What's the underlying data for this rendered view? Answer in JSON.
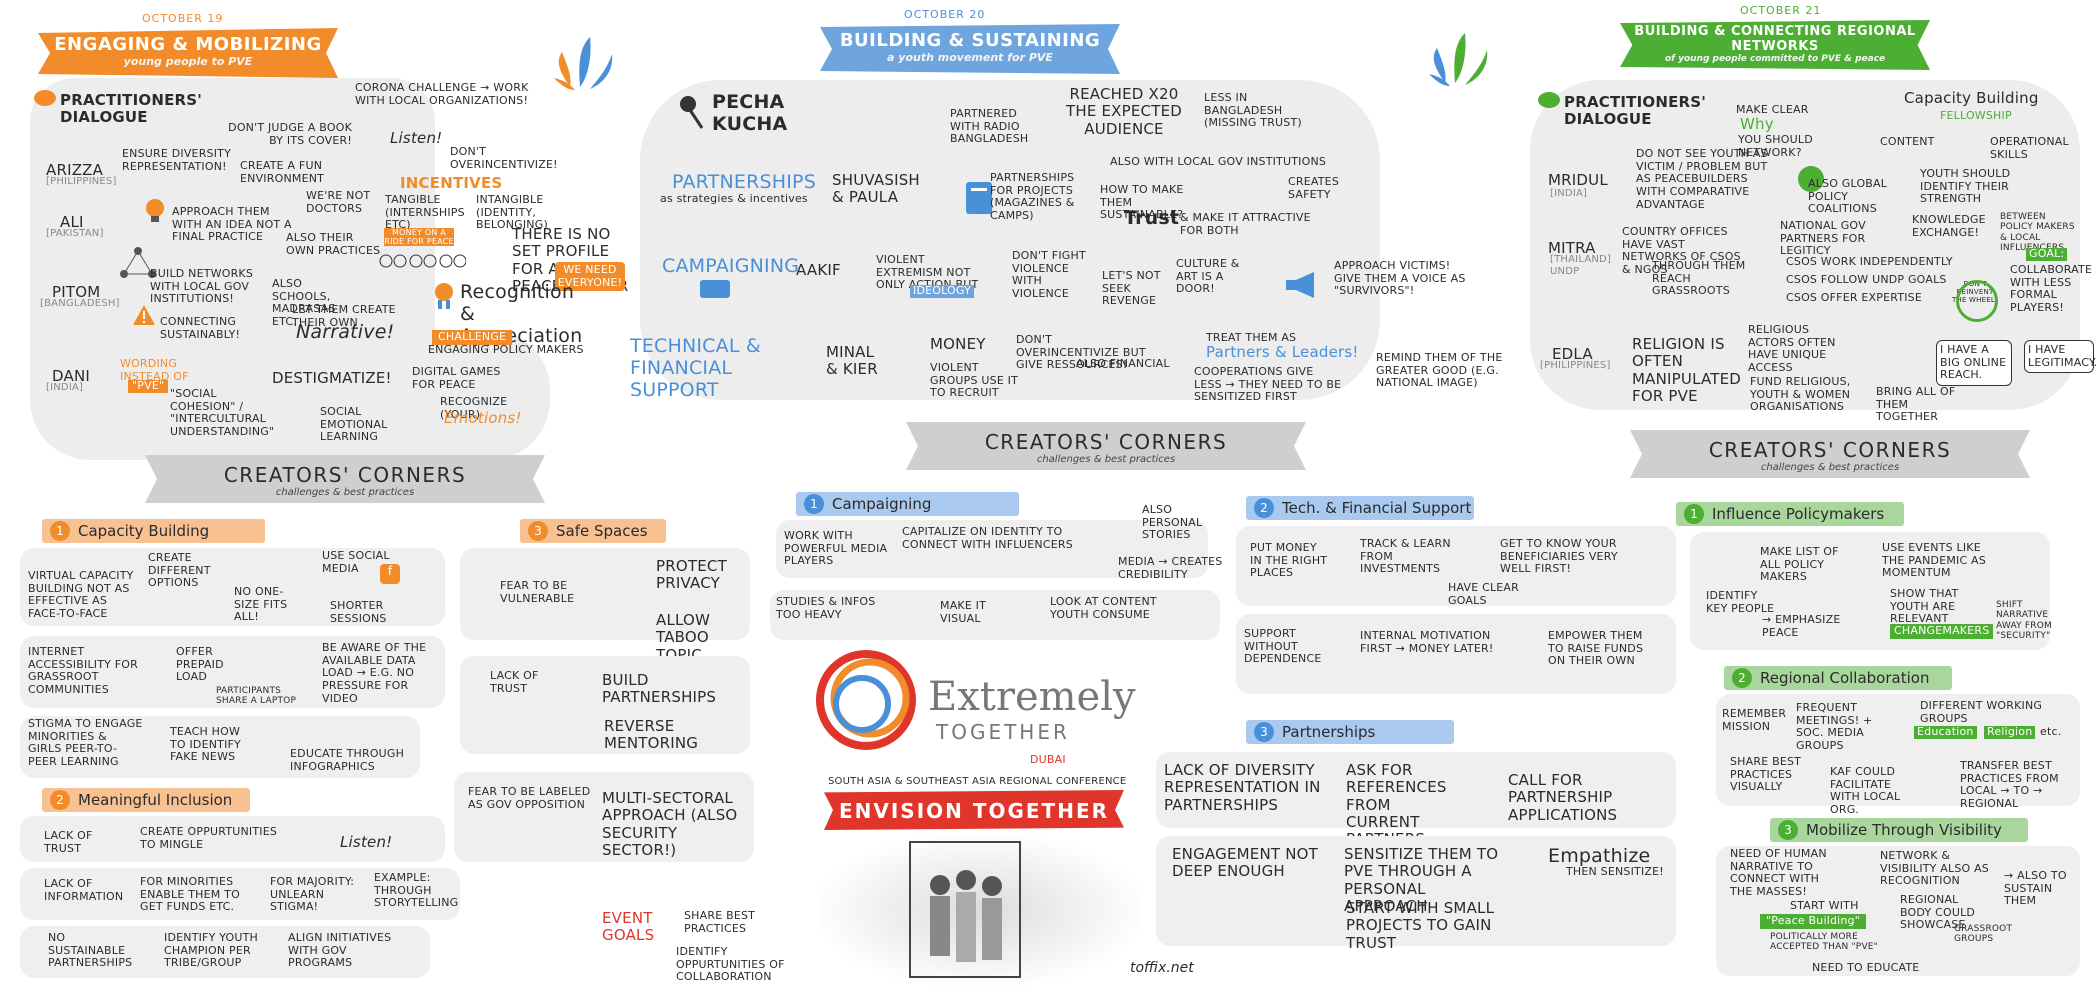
{
  "colors": {
    "orange": "#f28b2a",
    "blue": "#4a90d9",
    "green": "#4cae32",
    "grey": "#ededed",
    "red": "#e0352b"
  },
  "col1": {
    "date": "OCTOBER 19",
    "banner_title": "ENGAGING & MOBILIZING",
    "banner_sub": "young people to PVE",
    "practitioners": "PRACTITIONERS' DIALOGUE",
    "corona": "CORONA CHALLENGE → WORK WITH LOCAL ORGANIZATIONS!",
    "dont_judge": "DON'T JUDGE A BOOK BY ITS COVER!",
    "listen": "Listen!",
    "dont_overincentivize": "DON'T OVERINCENTIVIZE!",
    "arizza": "ARIZZA",
    "arizza_country": "[PHILIPPINES]",
    "ensure": "ENSURE DIVERSITY REPRESENTATION!",
    "fun_env": "CREATE A FUN ENVIRONMENT",
    "incentives": "INCENTIVES",
    "tangible": "TANGIBLE (INTERNSHIPS ETC)",
    "intangible": "INTANGIBLE (IDENTITY, BELONGING)",
    "ali": "ALI",
    "ali_country": "[PAKISTAN]",
    "approach": "APPROACH THEM WITH AN IDEA NOT A FINAL PRACTICE",
    "were_not": "WE'RE NOT DOCTORS",
    "own_practices": "ALSO THEIR OWN PRACTICES",
    "ride_sign": "MONEY ON A RIDE FOR PEACE",
    "no_profile": "THERE IS NO SET PROFILE FOR A PEACEBUILDER",
    "we_need": "WE NEED EVERYONE!",
    "pitom": "PITOM",
    "pitom_country": "[BANGLADESH]",
    "build_networks": "BUILD NETWORKS WITH LOCAL GOV INSTITUTIONS!",
    "also_schools": "ALSO SCHOOLS, MADRASAS ETC.",
    "let_them": "LET THEM CREATE THEIR OWN",
    "narrative": "Narrative!",
    "connecting": "CONNECTING SUSTAINABLY!",
    "recognition": "Recognition & Appreciation",
    "challenge": "CHALLENGE",
    "engaging_policy": "ENGAGING POLICY MAKERS",
    "dani": "DANI",
    "dani_country": "[INDIA]",
    "wording": "WORDING INSTEAD OF",
    "pve_word": "\"PVE\"",
    "social_cohesion": "\"SOCIAL COHESION\" / \"INTERCULTURAL UNDERSTANDING\"",
    "destigmatize": "DESTIGMATIZE!",
    "digital_games": "DIGITAL GAMES FOR PEACE",
    "sel": "SOCIAL EMOTIONAL LEARNING",
    "recognize": "RECOGNIZE (YOUR)",
    "emotions": "Emotions!"
  },
  "col2": {
    "date": "OCTOBER 20",
    "banner_title": "BUILDING & SUSTAINING",
    "banner_sub": "a youth movement for PVE",
    "pecha": "PECHA KUCHA",
    "partnerships_title": "PARTNERSHIPS",
    "partnerships_sub": "as strategies & incentives",
    "shuvasish": "SHUVASISH & PAULA",
    "partnered": "PARTNERED WITH RADIO BANGLADESH",
    "reached": "REACHED x20 THE EXPECTED AUDIENCE",
    "less_bangladesh": "LESS IN BANGLADESH (MISSING TRUST)",
    "projects": "PARTNERSHIPS FOR PROJECTS (MAGAZINES & CAMPS)",
    "local_gov": "ALSO WITH LOCAL GOV INSTITUTIONS",
    "how_sustainable": "HOW TO MAKE THEM SUSTAINABLE?",
    "creates_safety": "CREATES SAFETY",
    "trust": "Trust",
    "attractive": "& MAKE IT ATTRACTIVE FOR BOTH",
    "campaigning": "CAMPAIGNING",
    "aakif": "AAKIF",
    "violent_ext": "VIOLENT EXTREMISM NOT ONLY ACTION BUT",
    "ideology": "IDEOLOGY",
    "dont_fight": "DON'T FIGHT VIOLENCE WITH VIOLENCE",
    "not_revenge": "LET'S NOT SEEK REVENGE",
    "culture": "CULTURE & ART IS A DOOR!",
    "victims": "APPROACH VICTIMS! GIVE THEM A VOICE AS \"SURVIVORS\"!",
    "technical": "TECHNICAL & FINANCIAL SUPPORT",
    "minal": "MINAL & KIER",
    "money": "MONEY",
    "violent_groups": "VIOLENT GROUPS USE IT TO RECRUIT",
    "dont_overinc": "DON'T OVERINCENTIVIZE BUT GIVE RESSOURCES!",
    "also_financial": "ALSO FINANCIAL",
    "treat_them": "TREAT THEM AS",
    "partners_leaders": "Partners & Leaders!",
    "cooperations": "COOPERATIONS GIVE LESS → THEY NEED TO BE SENSITIZED FIRST",
    "remind": "REMIND THEM OF THE GREATER GOOD (e.g. national image)"
  },
  "col3": {
    "date": "OCTOBER 21",
    "banner_title": "BUILDING & CONNECTING REGIONAL NETWORKS",
    "banner_sub": "of young people committed to PVE & peace",
    "practitioners": "PRACTITIONERS' DIALOGUE",
    "make_clear": "MAKE CLEAR",
    "why": "Why",
    "should_network": "YOU SHOULD NETWORK?",
    "capacity": "Capacity Building",
    "fellowship": "FELLOWSHIP",
    "content": "CONTENT",
    "operational": "OPERATIONAL SKILLS",
    "mridul": "MRIDUL",
    "mridul_country": "[INDIA]",
    "dont_see": "DO NOT SEE YOUTH AS VICTIM / PROBLEM BUT AS PEACEBUILDERS WITH COMPARATIVE ADVANTAGE",
    "global_policy": "ALSO GLOBAL POLICY COALITIONS",
    "youth_identify": "YOUTH SHOULD IDENTIFY THEIR STRENGTH",
    "mitra": "MITRA",
    "mitra_country": "[THAILAND] UNDP",
    "country_offices": "COUNTRY OFFICES HAVE VAST NETWORKS OF CSOs & NGOs",
    "through_them": "THROUGH THEM REACH GRASSROOTS",
    "national_gov": "NATIONAL GOV PARTNERS FOR LEGITICY",
    "knowledge": "KNOWLEDGE EXCHANGE!",
    "between_policy": "BETWEEN POLICY MAKERS & LOCAL INFLUENCERS",
    "csos_work": "CSOs WORK INDEPENDENTLY",
    "csos_follow": "CSOs FOLLOW UNDP GOALS",
    "csos_offer": "CSOs OFFER EXPERTISE",
    "goal": "GOAL:",
    "collaborate": "COLLABORATE WITH LESS FORMAL PLAYERS!",
    "dont_reinvent": "DON'T REINVENT THE WHEEL!",
    "edla": "EDLA",
    "edla_country": "[PHILIPPINES]",
    "religion": "RELIGION IS OFTEN MANIPULATED FOR PVE",
    "religious_actors": "RELIGIOUS ACTORS OFTEN HAVE UNIQUE ACCESS",
    "big_online": "I HAVE A BIG ONLINE REACH.",
    "legitimacy": "I HAVE LEGITIMACY.",
    "fund_religious": "FUND RELIGIOUS, YOUTH & WOMEN ORGANISATIONS",
    "bring_together": "BRING ALL OF THEM TOGETHER"
  },
  "corner1": {
    "title": "CREATORS' CORNERS",
    "sub": "challenges & best practices",
    "s1_num": "1",
    "s1": "Capacity Building",
    "virtual": "VIRTUAL CAPACITY BUILDING NOT AS EFFECTIVE AS FACE-TO-FACE",
    "create_diff": "CREATE DIFFERENT OPTIONS",
    "no_one_size": "NO ONE-SIZE FITS ALL!",
    "use_social": "USE SOCIAL MEDIA",
    "shorter": "SHORTER SESSIONS",
    "internet": "INTERNET ACCESSIBILITY FOR GRASSROOT COMMUNITIES",
    "prepaid": "OFFER PREPAID LOAD",
    "laptop": "PARTICIPANTS SHARE A LAPTOP",
    "data_load": "BE AWARE OF THE AVAILABLE DATA LOAD → e.g. no pressure for video",
    "stigma": "STIGMA TO ENGAGE MINORITIES & GIRLS PEER-TO-PEER LEARNING",
    "fake_news": "TEACH HOW TO IDENTIFY FAKE NEWS",
    "infographics": "EDUCATE THROUGH INFOGRAPHICS",
    "s2_num": "2",
    "s2": "Meaningful Inclusion",
    "lack_trust": "LACK OF TRUST",
    "mingle": "CREATE OPPURTUNITIES TO mingle",
    "listen": "Listen!",
    "lack_info": "LACK OF INFORMATION",
    "minorities": "FOR MINORITIES ENABLE THEM TO GET FUNDS ETC.",
    "majority": "FOR MAJORITY: UNLEARN STIGMA!",
    "storytelling": "EXAMPLE: THROUGH STORYTELLING",
    "no_sustainable": "NO SUSTAINABLE PARTNERSHIPS",
    "youth_champion": "IDENTIFY YOUTH CHAMPION PER TRIBE/GROUP",
    "align": "ALIGN INITIATIVES WITH GOV PROGRAMS",
    "s3_num": "3",
    "s3": "Safe Spaces",
    "fear_vulnerable": "FEAR TO BE VULNERABLE",
    "protect": "PROTECT PRIVACY",
    "taboo": "ALLOW TABOO TOPIC",
    "lack_trust2": "LACK OF TRUST",
    "build_partnerships": "BUILD PARTNERSHIPS",
    "reverse": "REVERSE MENTORING",
    "fear_labeled": "FEAR TO BE LABELED AS GOV OPPOSITION",
    "multi": "MULTI-SECTORAL APPROACH (also security sector!)"
  },
  "corner2": {
    "title": "CREATORS' CORNERS",
    "sub": "challenges & best practices",
    "s1_num": "1",
    "s1": "Campaigning",
    "media_players": "WORK WITH POWERFUL MEDIA PLAYERS",
    "capitalize": "CAPITALIZE ON IDENTITY TO CONNECT WITH INFLUENCERS",
    "also_personal": "ALSO personal stories",
    "credibility": "MEDIA → CREATES Credibility",
    "studies": "STUDIES & INFOS TOO HEAVY",
    "visual": "MAKE IT VISUAL",
    "youth_consume": "LOOK AT CONTENT YOUTH CONSUME",
    "s2_num": "2",
    "s2": "Tech. & Financial Support",
    "put_money": "PUT MONEY IN THE RIGHT PLACES",
    "track": "TRACK & LEARN FROM INVESTMENTS",
    "get_to_know": "GET TO KNOW YOUR BENEFICIARIES VERY WELL FIRST!",
    "clear_goals": "HAVE CLEAR GOALS",
    "support": "SUPPORT WITHOUT DEPENDENCE",
    "motivation": "INTERNAL MOTIVATION FIRST → MONEY LATER!",
    "empower": "EMPOWER THEM TO RAISE FUNDS ON THEIR OWN",
    "s3_num": "3",
    "s3": "Partnerships",
    "lack_div": "LACK OF DIVERSITY REPRESENTATION IN PARTNERSHIPS",
    "references": "ASK FOR REFERENCES FROM CURRENT PARTNERS",
    "call": "CALL FOR PARTNERSHIP APPLICATIONS",
    "not_deep": "ENGAGEMENT NOT DEEP ENOUGH",
    "sensitize": "SENSITIZE THEM TO PVE THROUGH A PERSONAL APPROACH",
    "empathize": "Empathize",
    "then_sensitize": "THEN SENSITIZE!",
    "small": "START WITH SMALL PROJECTS TO GAIN TRUST"
  },
  "corner3": {
    "title": "CREATORS' CORNERS",
    "sub": "challenges & best practices",
    "s1_num": "1",
    "s1": "Influence Policymakers",
    "make_list": "MAKE LIST OF ALL POLICY MAKERS",
    "identify_key": "IDENTIFY KEY PEOPLE",
    "emphasize": "→ EMPHASIZE Peace",
    "events": "USE EVENTS LIKE THE PANDEMIC AS MOMENTUM",
    "show_youth": "SHOW THAT YOUTH ARE relevant",
    "changemakers": "CHANGEMAKERS",
    "shift": "SHIFT NARRATIVE AWAY FROM \"SECURITY\"",
    "s2_num": "2",
    "s2": "Regional Collaboration",
    "remember": "REMEMBER MISSION",
    "frequent": "FREQUENT MEETINGS! + SOC. MEDIA GROUPS",
    "working_groups": "DIFFERENT WORKING GROUPS",
    "education": "Education",
    "religion": "Religion",
    "etc": "etc.",
    "share_best": "SHARE BEST PRACTICES visually",
    "kaf": "KAF COULD FACILITATE WITH LOCAL ORG.",
    "transfer": "TRANSFER BEST PRACTICES FROM LOCAL → TO → REGIONAL",
    "s3_num": "3",
    "s3": "Mobilize Through Visibility",
    "human_narrative": "NEED OF HUMAN NARRATIVE TO CONNECT WITH THE MASSES!",
    "network_vis": "NETWORK & VISIBILITY ALSO AS Recognition",
    "sustain": "→ ALSO TO SUSTAIN THEM",
    "start_with": "START WITH",
    "peace_building": "\"Peace Building\"",
    "politically": "POLITICALLY MORE ACCEPTED THAN \"PVE\"",
    "regional_body": "REGIONAL BODY COULD SHOWCASE",
    "grassroot": "GRASSROOT GROUPS",
    "educate": "NEED TO EDUCATE"
  },
  "logo": {
    "line1": "Extremely",
    "line2": "TOGETHER",
    "location": "DUBAI",
    "conference": "SOUTH ASIA & SOUTHEAST ASIA REGIONAL CONFERENCE",
    "envision": "ENVISION TOGETHER"
  },
  "goals": {
    "label": "EVENT GOALS",
    "share": "SHARE BEST PRACTICES",
    "identify": "IDENTIFY OPPURTUNITIES OF COLLABORATION"
  },
  "signature": "toffix.net"
}
